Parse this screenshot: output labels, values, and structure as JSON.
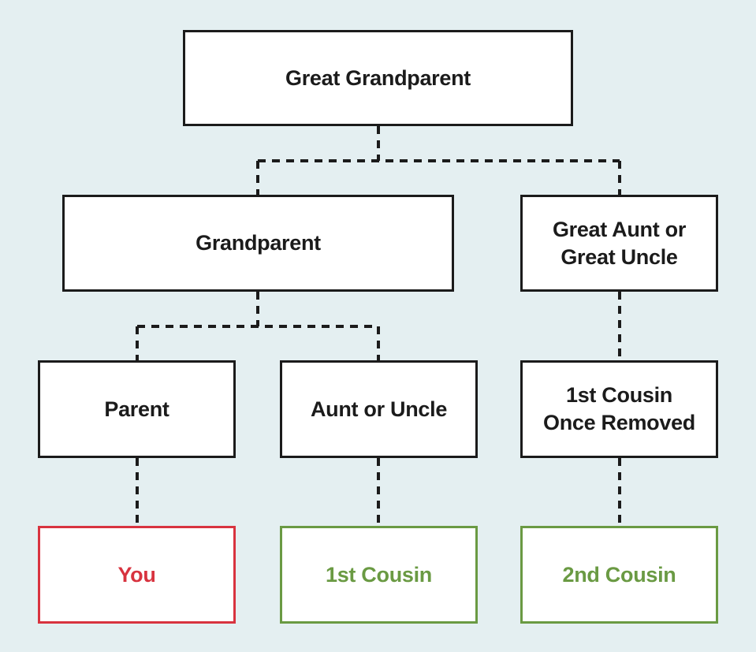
{
  "diagram": {
    "nodes": {
      "great_grandparent": "Great Grandparent",
      "grandparent": "Grandparent",
      "great_aunt_or_uncle": "Great Aunt or\nGreat Uncle",
      "parent": "Parent",
      "aunt_or_uncle": "Aunt or Uncle",
      "first_cousin_once_removed": "1st Cousin\nOnce Removed",
      "you": "You",
      "first_cousin": "1st Cousin",
      "second_cousin": "2nd Cousin"
    },
    "edges": [
      [
        "great_grandparent",
        "grandparent"
      ],
      [
        "great_grandparent",
        "great_aunt_or_uncle"
      ],
      [
        "grandparent",
        "parent"
      ],
      [
        "grandparent",
        "aunt_or_uncle"
      ],
      [
        "great_aunt_or_uncle",
        "first_cousin_once_removed"
      ],
      [
        "parent",
        "you"
      ],
      [
        "aunt_or_uncle",
        "first_cousin"
      ],
      [
        "first_cousin_once_removed",
        "second_cousin"
      ]
    ],
    "colors": {
      "background": "#e4eff1",
      "box_border": "#1b1b1b",
      "you_highlight": "#d8333f",
      "cousin_highlight": "#6a9a43"
    }
  }
}
